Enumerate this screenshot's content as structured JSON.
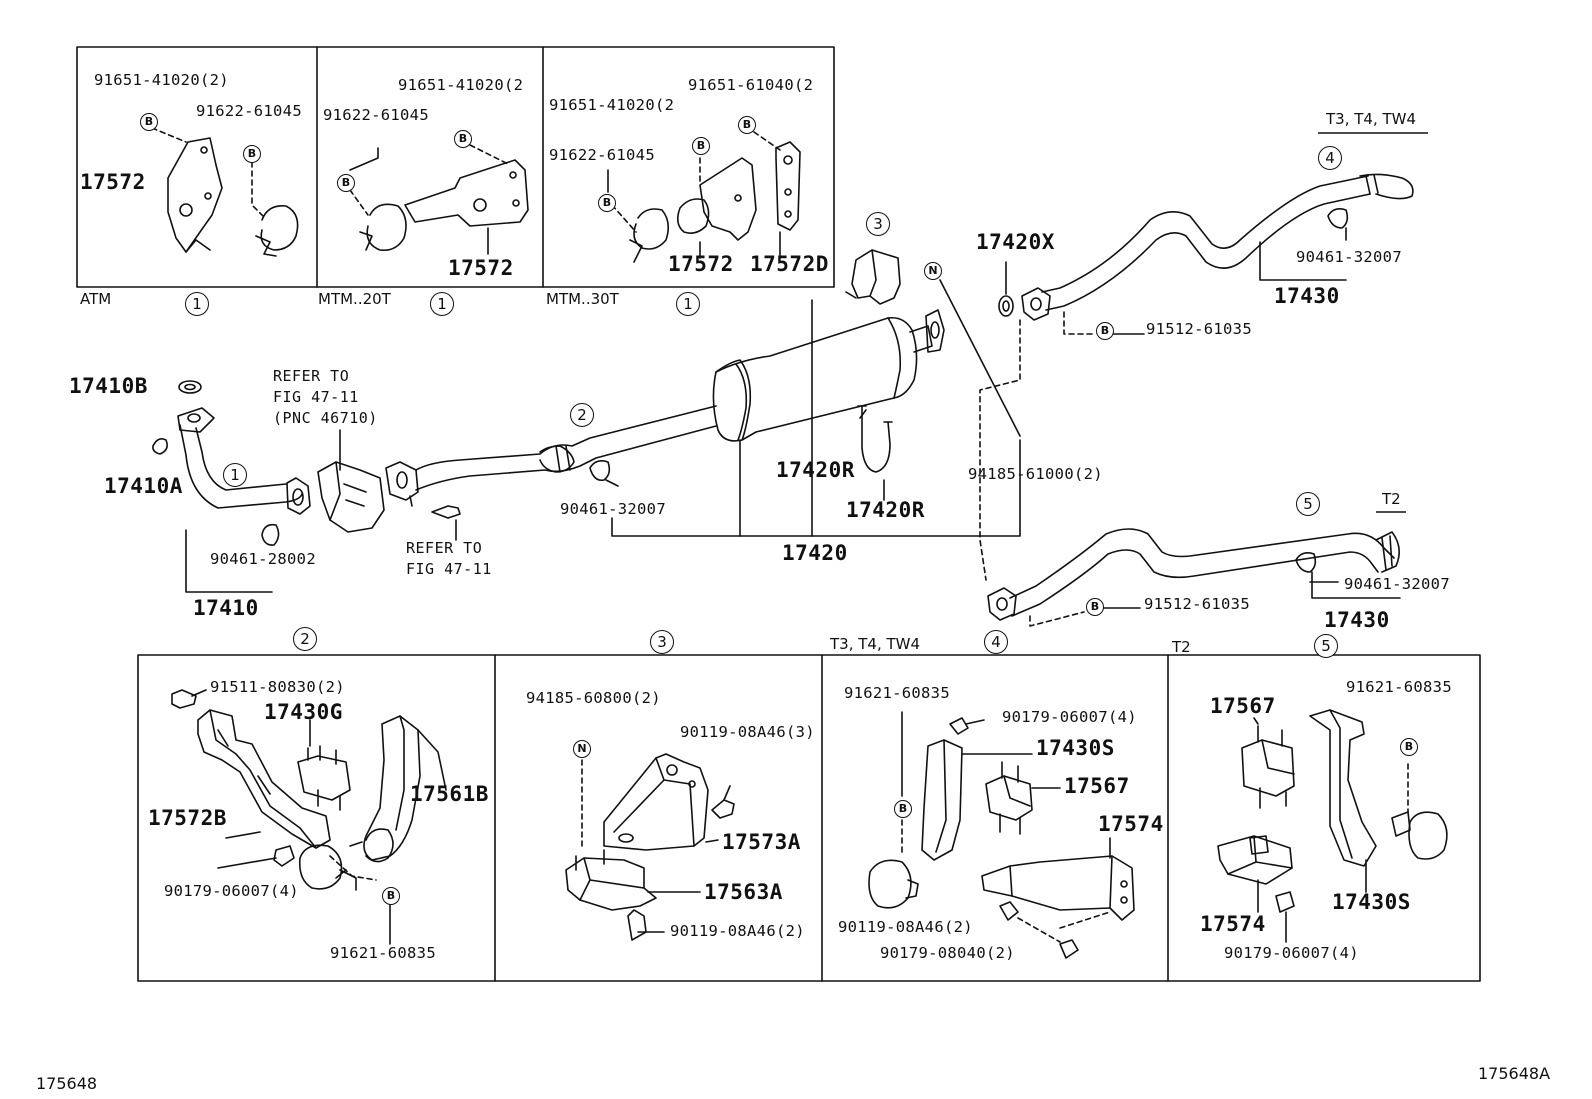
{
  "figure_ref_left": "175648",
  "figure_ref_right": "175648A",
  "hanger_variants": [
    {
      "name": "ATM",
      "callout": "1"
    },
    {
      "name": "MTM..20T",
      "callout": "1"
    },
    {
      "name": "MTM..30T",
      "callout": "1"
    }
  ],
  "parts": {
    "p17572": "17572",
    "p17572_b": "17572",
    "p17572_c": "17572",
    "p17572D": "17572D",
    "p91651_41020_2": "91651-41020(2)",
    "p91651_41020_2b": "91651-41020(2",
    "p91651_41020_2c": "91651-41020(2",
    "p91651_61040_2": "91651-61040(2",
    "p91622_61045": "91622-61045",
    "p91622_61045_b": "91622-61045",
    "p91622_61045_c": "91622-61045",
    "p17410B": "17410B",
    "p17410A": "17410A",
    "p17410": "17410",
    "p90461_28002": "90461-28002",
    "p90461_32007": "90461-32007",
    "p90461_32007_b": "90461-32007",
    "p90461_32007_c": "90461-32007",
    "p17420": "17420",
    "p17420R": "17420R",
    "p17420R_b": "17420R",
    "p17420X": "17420X",
    "p94185_61000_2": "94185-61000(2)",
    "p91512_61035": "91512-61035",
    "p91512_61035_b": "91512-61035",
    "p17430": "17430",
    "p17430_b": "17430",
    "p91511_80830_2": "91511-80830(2)",
    "p17430G": "17430G",
    "p17572B": "17572B",
    "p17561B": "17561B",
    "p90179_06007_4": "90179-06007(4)",
    "p90179_06007_4b": "90179-06007(4)",
    "p90179_06007_4c": "90179-06007(4)",
    "p91621_60835": "91621-60835",
    "p91621_60835_b": "91621-60835",
    "p91621_60835_c": "91621-60835",
    "p94185_60800_2": "94185-60800(2)",
    "p90119_08A46_3": "90119-08A46(3)",
    "p17573A": "17573A",
    "p17563A": "17563A",
    "p90119_08A46_2": "90119-08A46(2)",
    "p90119_08A46_2b": "90119-08A46(2)",
    "p17430S": "17430S",
    "p17430S_b": "17430S",
    "p17567": "17567",
    "p17567_b": "17567",
    "p17574": "17574",
    "p17574_b": "17574",
    "p90179_08040_2": "90179-08040(2)"
  },
  "refer_notes": {
    "upper_l1": "REFER TO",
    "upper_l2": "FIG 47-11",
    "upper_l3": "(PNC 46710)",
    "lower_l1": "REFER TO",
    "lower_l2": "FIG 47-11"
  },
  "variant_tags": {
    "t3_upper": "T3, T4, TW4",
    "t2_upper": "T2",
    "t3_lower": "T3, T4, TW4",
    "t2_lower": "T2"
  },
  "callouts": {
    "c1": "1",
    "c2": "2",
    "c3": "3",
    "c4": "4",
    "c5": "5",
    "c2_box": "2",
    "c3_box": "3",
    "c4_box": "4",
    "c5_box": "5"
  },
  "badges": {
    "bolt": "B",
    "nut": "N"
  }
}
